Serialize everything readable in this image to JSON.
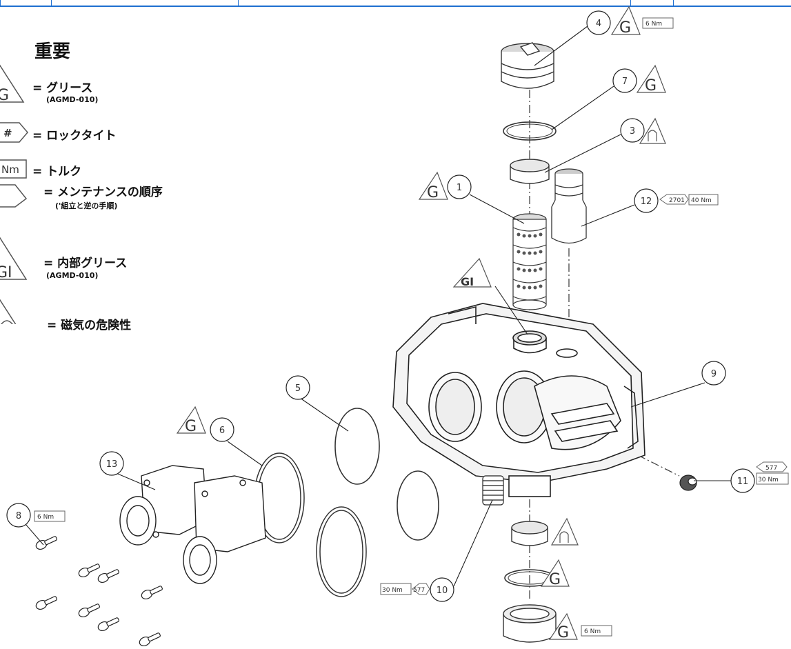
{
  "legend": {
    "title": "重要",
    "items": [
      {
        "symbol": "G",
        "text": "= グリース",
        "sub": "(AGMD-010)"
      },
      {
        "symbol": "#",
        "text": "= ロックタイト",
        "sub": ""
      },
      {
        "symbol": "Nm",
        "text": "= トルク",
        "sub": ""
      },
      {
        "symbol": "",
        "text": "= メンテナンスの順序",
        "sub": "('組立と逆の手順)"
      },
      {
        "symbol": "GI",
        "text": "= 内部グリース",
        "sub": "(AGMD-010)"
      },
      {
        "symbol": "magnet",
        "text": "=  磁気の危険性",
        "sub": ""
      }
    ]
  },
  "callouts": {
    "c1": "1",
    "c3": "3",
    "c4": "4",
    "c5": "5",
    "c6": "6",
    "c7": "7",
    "c8": "8",
    "c9": "9",
    "c10": "10",
    "c11": "11",
    "c12": "12",
    "c13": "13"
  },
  "specs": {
    "torque_6": "6 Nm",
    "loctite_2701": "2701",
    "torque_40": "40 Nm",
    "loctite_577": "577",
    "torque_30": "30 Nm",
    "grease_symbol": "G",
    "internal_grease_symbol": "GI"
  }
}
